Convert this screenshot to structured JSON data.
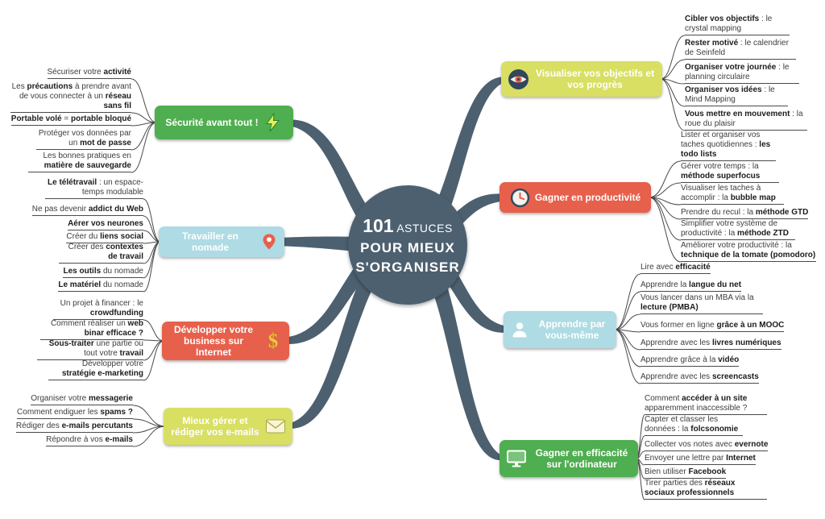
{
  "center": {
    "number": "101",
    "number_label": "ASTUCES",
    "line2": "POUR MIEUX",
    "line3": "S'ORGANISER",
    "bg_color": "#4d6070",
    "text_color": "#ffffff"
  },
  "connector_color": "#4d6070",
  "leaf_line_color": "#4a4a4a",
  "branches": [
    {
      "id": "securite",
      "label": "Sécurité avant tout !",
      "color": "#4fae50",
      "icon": "lightning-icon",
      "items": [
        "Sécuriser votre **activité**",
        "Les **précautions** à prendre avant de vous connecter à un **réseau sans fil**",
        "**Portable volé** = **portable bloqué**",
        "Protéger vos données par un **mot de passe**",
        "Les bonnes pratiques en **matière de sauvegarde**"
      ]
    },
    {
      "id": "nomade",
      "label": "Travailler en nomade",
      "color": "#aedbe4",
      "icon": "map-pin-icon",
      "items": [
        "**Le télétravail** : un espace-temps modulable",
        "Ne pas devenir **addict du Web**",
        "**Aérer vos neurones**",
        "Créer du **liens social**",
        "Créer des **contextes de travail**",
        "**Les outils** du nomade",
        "**Le matériel** du nomade"
      ]
    },
    {
      "id": "business",
      "label": "Développer votre business sur Internet",
      "color": "#e7604c",
      "icon": "dollar-icon",
      "items": [
        "Un projet à financer : le **crowdfunding**",
        "Comment réaliser un **web binar efficace ?**",
        "**Sous-traiter** une partie ou tout votre **travail**",
        "Développer votre **stratégie e-marketing**"
      ]
    },
    {
      "id": "emails",
      "label": "Mieux gérer et rédiger vos e-mails",
      "color": "#d8df63",
      "icon": "envelope-icon",
      "items": [
        "Organiser votre **messagerie**",
        "Comment endiguer les **spams ?**",
        "Rédiger des **e-mails percutants**",
        "Répondre à vos **e-mails**"
      ]
    },
    {
      "id": "visualiser",
      "label": "Visualiser vos objectifs et vos progrès",
      "color": "#d8df63",
      "icon": "eye-icon",
      "items": [
        "**Cibler vos objectifs** : le crystal mapping",
        "**Rester motivé** : le calendrier de Seinfeld",
        "**Organiser votre journée** : le planning circulaire",
        "**Organiser vos idées** : le Mind Mapping",
        "**Vous mettre en mouvement** : la roue du plaisir"
      ]
    },
    {
      "id": "productivite",
      "label": "Gagner en productivité",
      "color": "#e7604c",
      "icon": "clock-icon",
      "items": [
        "Lister et organiser vos taches quotidiennes : **les todo lists**",
        "Gérer votre temps : la **méthode superfocus**",
        "Visualiser les taches à accomplir : la **bubble map**",
        "Prendre du recul : la **méthode GTD**",
        "Simplifier votre système de productivité : la **méthode ZTD**",
        "Améliorer votre productivité : la **technique de la tomate (pomodoro)**"
      ]
    },
    {
      "id": "apprendre",
      "label": "Apprendre par vous-même",
      "color": "#aedbe4",
      "icon": "person-icon",
      "items": [
        "Lire avec **efficacité**",
        "Apprendre la **langue du net**",
        "Vous lancer dans un MBA via la **lecture (PMBA)**",
        "Vous former en ligne **grâce à un MOOC**",
        "Apprendre avec les **livres numériques**",
        "Apprendre grâce à la **vidéo**",
        "Apprendre avec les **screencasts**"
      ]
    },
    {
      "id": "ordinateur",
      "label": "Gagner en efficacité sur l'ordinateur",
      "color": "#4fae50",
      "icon": "monitor-icon",
      "items": [
        "Comment **accéder à un site** apparemment inaccessible ?",
        "Capter et classer les données : la **folcsonomie**",
        "Collecter vos notes avec **evernote**",
        "Envoyer une lettre par **Internet**",
        "Bien utiliser **Facebook**",
        "Tirer parties des **réseaux sociaux professionnels**"
      ]
    }
  ]
}
